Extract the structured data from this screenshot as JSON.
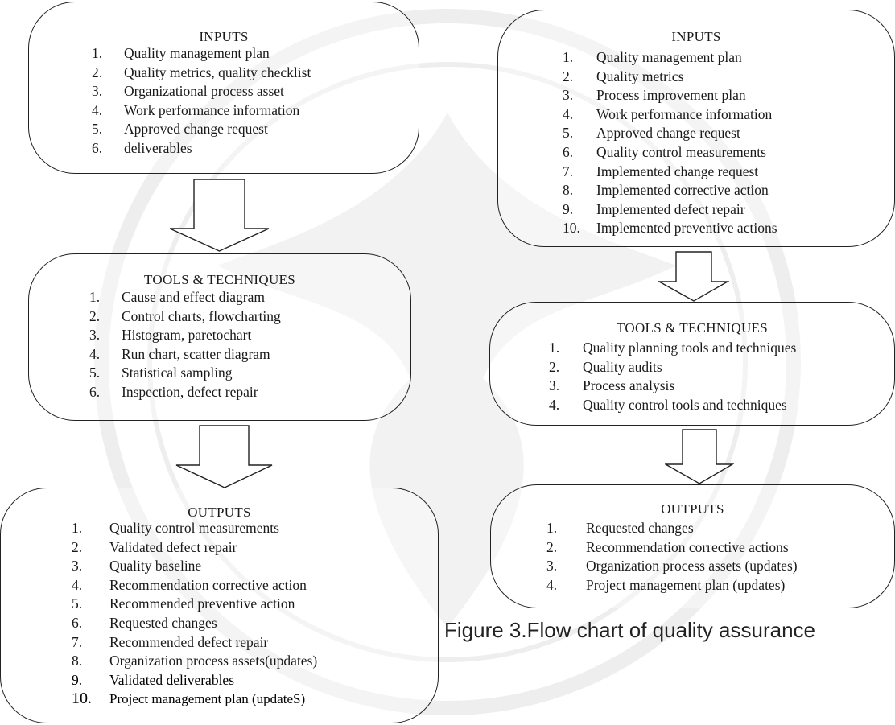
{
  "left": {
    "inputs": {
      "title": "INPUTS",
      "items": [
        {
          "num": "1.",
          "text": "Quality management plan"
        },
        {
          "num": "2.",
          "text": "Quality metrics, quality checklist"
        },
        {
          "num": "3.",
          "text": "Organizational process asset"
        },
        {
          "num": "4.",
          "text": "Work performance information"
        },
        {
          "num": "5.",
          "text": "Approved change request"
        },
        {
          "num": "6.",
          "text": "deliverables"
        }
      ]
    },
    "tools": {
      "title": "TOOLS & TECHNIQUES",
      "items": [
        {
          "num": "1.",
          "text": "Cause and effect diagram"
        },
        {
          "num": "2.",
          "text": "Control charts, flowcharting"
        },
        {
          "num": "3.",
          "text": "Histogram, paretochart"
        },
        {
          "num": "4.",
          "text": "Run chart, scatter diagram"
        },
        {
          "num": "5.",
          "text": "Statistical sampling"
        },
        {
          "num": "6.",
          "text": "Inspection, defect repair"
        }
      ]
    },
    "outputs": {
      "title": "OUTPUTS",
      "items": [
        {
          "num": "1.",
          "text": "Quality control measurements"
        },
        {
          "num": "2.",
          "text": "Validated defect repair"
        },
        {
          "num": "3.",
          "text": "Quality baseline"
        },
        {
          "num": "4.",
          "text": "Recommendation corrective action"
        },
        {
          "num": "5.",
          "text": "Recommended preventive action"
        },
        {
          "num": "6.",
          "text": "Requested changes"
        },
        {
          "num": "7.",
          "text": "Recommended defect repair"
        },
        {
          "num": "8.",
          "text": "Organization process assets(updates)"
        },
        {
          "num": "9.",
          "text": "Validated deliverables"
        },
        {
          "num": "10.",
          "text": "Project management plan (updateS)"
        }
      ]
    }
  },
  "right": {
    "inputs": {
      "title": "INPUTS",
      "items": [
        {
          "num": "1.",
          "text": "Quality management plan"
        },
        {
          "num": "2.",
          "text": "Quality metrics"
        },
        {
          "num": "3.",
          "text": "Process improvement plan"
        },
        {
          "num": "4.",
          "text": "Work performance information"
        },
        {
          "num": "5.",
          "text": "Approved change request"
        },
        {
          "num": "6.",
          "text": "Quality control measurements"
        },
        {
          "num": "7.",
          "text": "Implemented change request"
        },
        {
          "num": "8.",
          "text": "Implemented corrective action"
        },
        {
          "num": "9.",
          "text": "Implemented defect repair"
        },
        {
          "num": "10.",
          "text": "Implemented preventive actions"
        }
      ]
    },
    "tools": {
      "title": "TOOLS & TECHNIQUES",
      "items": [
        {
          "num": "1.",
          "text": "Quality planning tools and techniques"
        },
        {
          "num": "2.",
          "text": "Quality audits"
        },
        {
          "num": "3.",
          "text": "Process analysis"
        },
        {
          "num": "4.",
          "text": "Quality control tools and techniques"
        }
      ]
    },
    "outputs": {
      "title": "OUTPUTS",
      "items": [
        {
          "num": "1.",
          "text": "Requested changes"
        },
        {
          "num": "2.",
          "text": "Recommendation corrective actions"
        },
        {
          "num": "3.",
          "text": "Organization process assets (updates)"
        },
        {
          "num": "4.",
          "text": "Project management plan (updates)"
        }
      ]
    }
  },
  "caption": "Figure 3.Flow chart of quality assurance"
}
